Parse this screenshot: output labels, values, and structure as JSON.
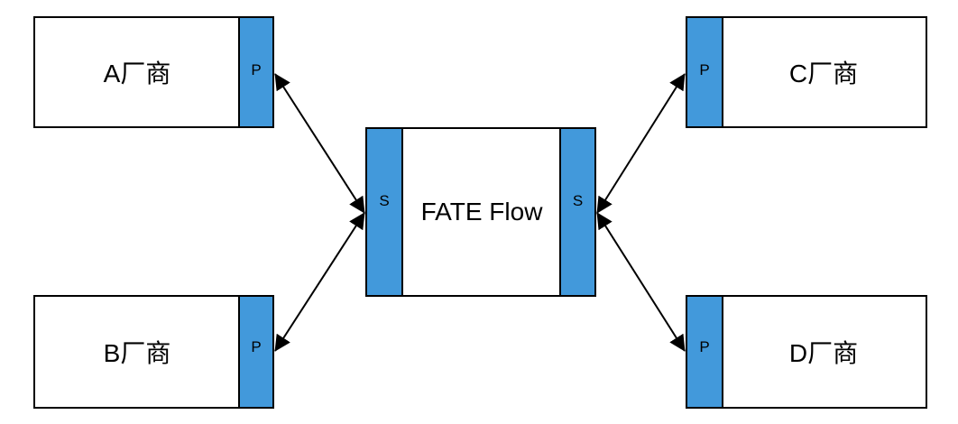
{
  "colors": {
    "port_fill": "#4299db",
    "border": "#000000",
    "background": "#ffffff"
  },
  "vendors": {
    "a": {
      "label": "A厂商",
      "port": "P"
    },
    "b": {
      "label": "B厂商",
      "port": "P"
    },
    "c": {
      "label": "C厂商",
      "port": "P"
    },
    "d": {
      "label": "D厂商",
      "port": "P"
    }
  },
  "center": {
    "label": "FATE Flow",
    "left_port": "S",
    "right_port": "S"
  },
  "connections": [
    {
      "from": "vendor-a",
      "to": "fate-flow",
      "direction": "bidirectional"
    },
    {
      "from": "vendor-b",
      "to": "fate-flow",
      "direction": "bidirectional"
    },
    {
      "from": "vendor-c",
      "to": "fate-flow",
      "direction": "bidirectional"
    },
    {
      "from": "vendor-d",
      "to": "fate-flow",
      "direction": "bidirectional"
    }
  ]
}
